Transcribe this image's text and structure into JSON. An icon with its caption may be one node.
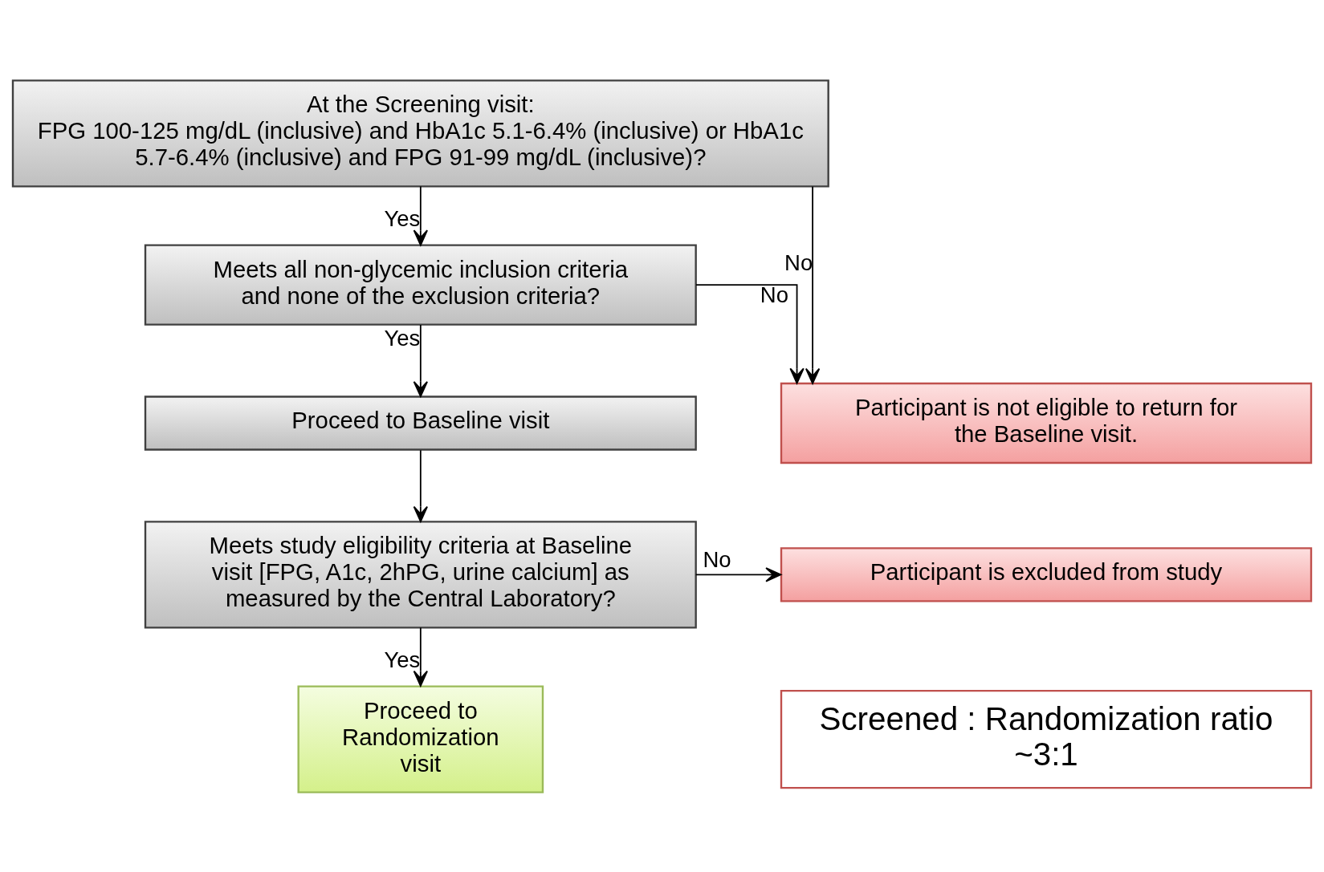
{
  "diagram": {
    "nodes": [
      {
        "text": [
          "At the Screening visit:",
          "FPG 100-125 mg/dL (inclusive) and HbA1c 5.1-6.4% (inclusive) or HbA1c 5.7-6.4% (inclusive) and FPG 91-99 mg/dL (inclusive)?"
        ]
      },
      {
        "text": [
          "Meets all non-glycemic inclusion criteria and none of the exclusion criteria?"
        ]
      },
      {
        "text": [
          "Proceed to Baseline visit"
        ]
      },
      {
        "text": [
          "Meets study eligibility criteria at Baseline visit [FPG, A1c, 2hPG, urine calcium] as measured by the Central Laboratory?"
        ]
      },
      {
        "text": [
          "Proceed to Randomization visit"
        ]
      },
      {
        "text": [
          "Participant is not eligible to return for the Baseline visit."
        ]
      },
      {
        "text": [
          "Participant is excluded from study"
        ]
      },
      {
        "text": [
          "Screened : Randomization ratio ~3:1"
        ]
      }
    ],
    "edges": [
      {
        "from": 0,
        "to": 1,
        "arrow": "to",
        "label": "Yes"
      },
      {
        "from": 0,
        "to": 5,
        "arrow": "to",
        "label": "No"
      },
      {
        "from": 1,
        "to": 5,
        "arrow": "to",
        "label": "No"
      },
      {
        "from": 1,
        "to": 2,
        "arrow": "to",
        "label": "Yes"
      },
      {
        "from": 2,
        "to": 3,
        "arrow": "to"
      },
      {
        "from": 3,
        "to": 6,
        "arrow": "to",
        "label": "No"
      },
      {
        "from": 3,
        "to": 4,
        "arrow": "to",
        "label": "Yes"
      }
    ]
  }
}
